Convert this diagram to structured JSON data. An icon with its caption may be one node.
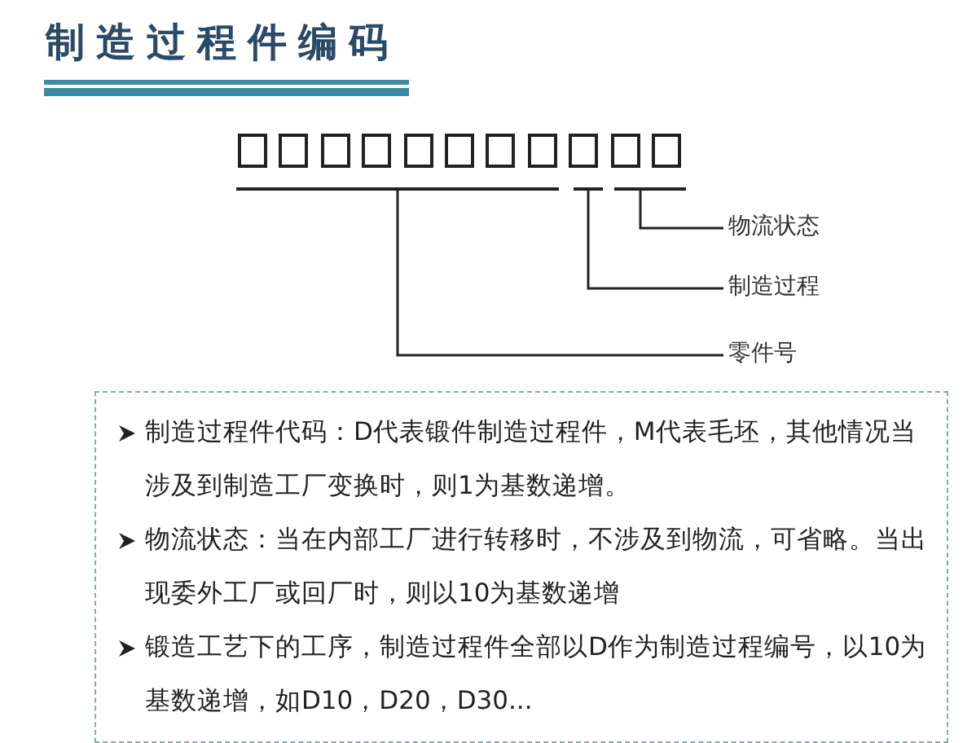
{
  "diagram": {
    "title": "制造过程件编码",
    "nodes": [
      {
        "text": [],
        "shape": "box"
      },
      {
        "text": [],
        "shape": "box"
      },
      {
        "text": [],
        "shape": "box"
      },
      {
        "text": [],
        "shape": "box"
      },
      {
        "text": [],
        "shape": "box"
      },
      {
        "text": [],
        "shape": "box"
      },
      {
        "text": [],
        "shape": "box"
      },
      {
        "text": [],
        "shape": "box"
      },
      {
        "text": [],
        "shape": "box"
      },
      {
        "text": [],
        "shape": "box"
      },
      {
        "text": [],
        "shape": "box"
      },
      {
        "text": [],
        "shape": "bar"
      },
      {
        "text": [],
        "shape": "bar"
      },
      {
        "text": [],
        "shape": "bar"
      },
      {
        "text": [
          "物流状态"
        ]
      },
      {
        "text": [
          "制造过程"
        ]
      },
      {
        "text": [
          "零件号"
        ]
      },
      {
        "text": [
          "制造过程件代码：D代表锻件制造过程件，M代表毛坯，其他情况当涉及到制造工厂变换时，则1为基数递增。",
          "物流状态：当在内部工厂进行转移时，不涉及到物流，可省略。当出现委外工厂或回厂时，则以10为基数递增",
          "锻造工艺下的工序，制造过程件全部以D作为制造过程编号，以10为基数递增，如D10，D20，D30..."
        ]
      }
    ],
    "edges": [
      {
        "from": 14,
        "to": 13,
        "arrow": "none"
      },
      {
        "from": 15,
        "to": 12,
        "arrow": "none"
      },
      {
        "from": 16,
        "to": 11,
        "arrow": "none"
      }
    ]
  }
}
